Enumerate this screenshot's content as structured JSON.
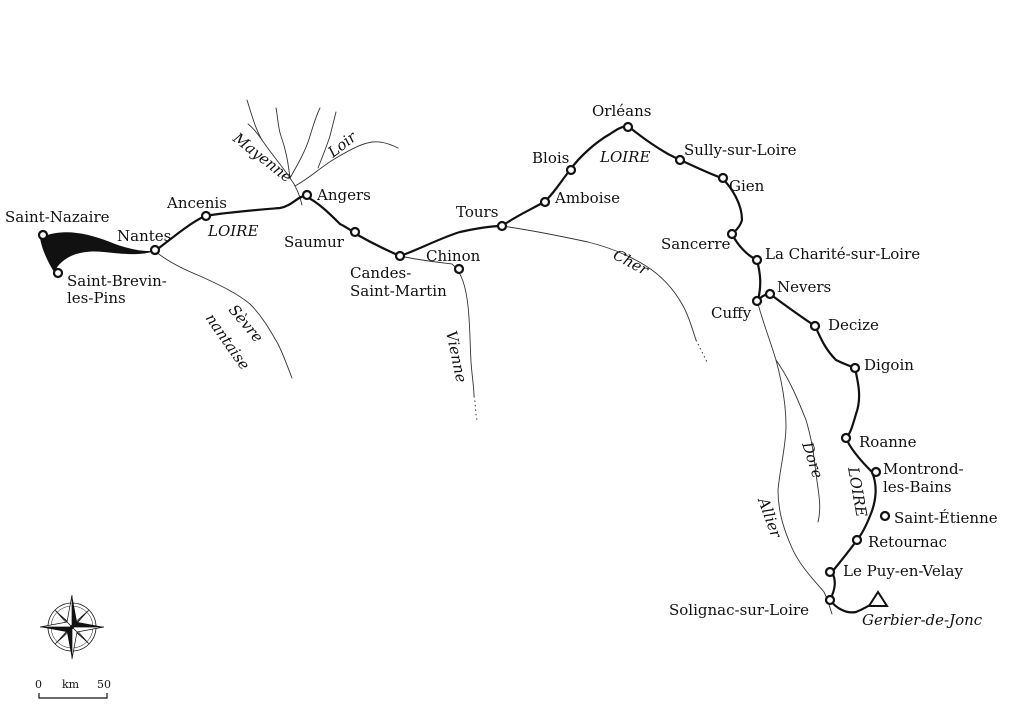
{
  "colors": {
    "ink": "#111111",
    "background": "#ffffff"
  },
  "river_labels": {
    "loire_estuary": "LOIRE",
    "loire_middle": "LOIRE",
    "loire_upper": "LOIRE",
    "mayenne": "Mayenne",
    "loir": "Loir",
    "sevre": "Sèvre",
    "nantaise": "nantaise",
    "vienne": "Vienne",
    "cher": "Cher",
    "dore": "Dore",
    "allier": "Allier"
  },
  "towns": {
    "saint_nazaire": "Saint-Nazaire",
    "saint_brevin_1": "Saint-Brevin-",
    "saint_brevin_2": "les-Pins",
    "nantes": "Nantes",
    "ancenis": "Ancenis",
    "angers": "Angers",
    "saumur": "Saumur",
    "candes_1": "Candes-",
    "candes_2": "Saint-Martin",
    "chinon": "Chinon",
    "tours": "Tours",
    "amboise": "Amboise",
    "blois": "Blois",
    "orleans": "Orléans",
    "sully": "Sully-sur-Loire",
    "gien": "Gien",
    "sancerre": "Sancerre",
    "la_charite": "La Charité-sur-Loire",
    "nevers": "Nevers",
    "cuffy": "Cuffy",
    "decize": "Decize",
    "digoin": "Digoin",
    "roanne": "Roanne",
    "montrond_1": "Montrond-",
    "montrond_2": "les-Bains",
    "saint_etienne": "Saint-Étienne",
    "retournac": "Retournac",
    "le_puy": "Le Puy-en-Velay",
    "solignac": "Solignac-sur-Loire"
  },
  "source": {
    "name": "Gerbier-de-Jonc",
    "icon": "triangle-source-icon"
  },
  "scale": {
    "start": "0",
    "unit": "km",
    "end": "50"
  },
  "compass": {
    "icon": "compass-rose-icon"
  }
}
